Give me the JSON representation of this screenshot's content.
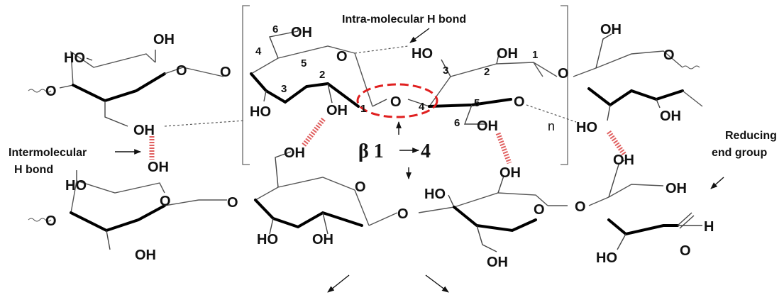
{
  "labels": {
    "oh": "OH",
    "ho": "HO",
    "o": "O",
    "h": "H",
    "n": "n",
    "beta": "β 1",
    "four": "4",
    "intra": "Intra-molecular H bond",
    "inter1": "Intermolecular",
    "inter2": "H bond",
    "reducing1": "Reducing",
    "reducing2": "end group"
  },
  "carbon_numbers": [
    "1",
    "2",
    "3",
    "4",
    "5",
    "6"
  ],
  "colors": {
    "highlight": "#e02020",
    "hbond_inter": "#e06060"
  }
}
